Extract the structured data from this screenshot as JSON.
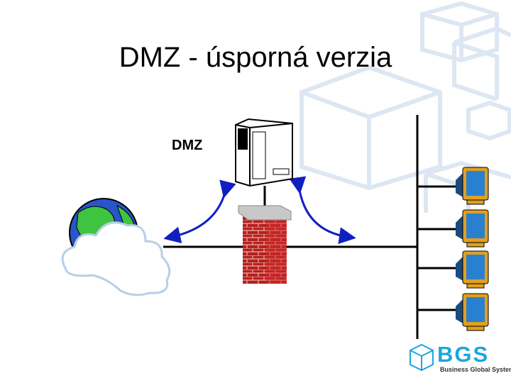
{
  "slide": {
    "title": "DMZ - úsporná verzia",
    "dmz_label": "DMZ",
    "logo": {
      "name": "BGS",
      "tagline": "Business Global Systems",
      "color": "#1aa6e0"
    },
    "nodes": [
      "internet-globe",
      "cloud",
      "firewall",
      "dmz-server",
      "workstation",
      "workstation",
      "workstation",
      "workstation"
    ],
    "arrow_color": "#1020c0"
  }
}
